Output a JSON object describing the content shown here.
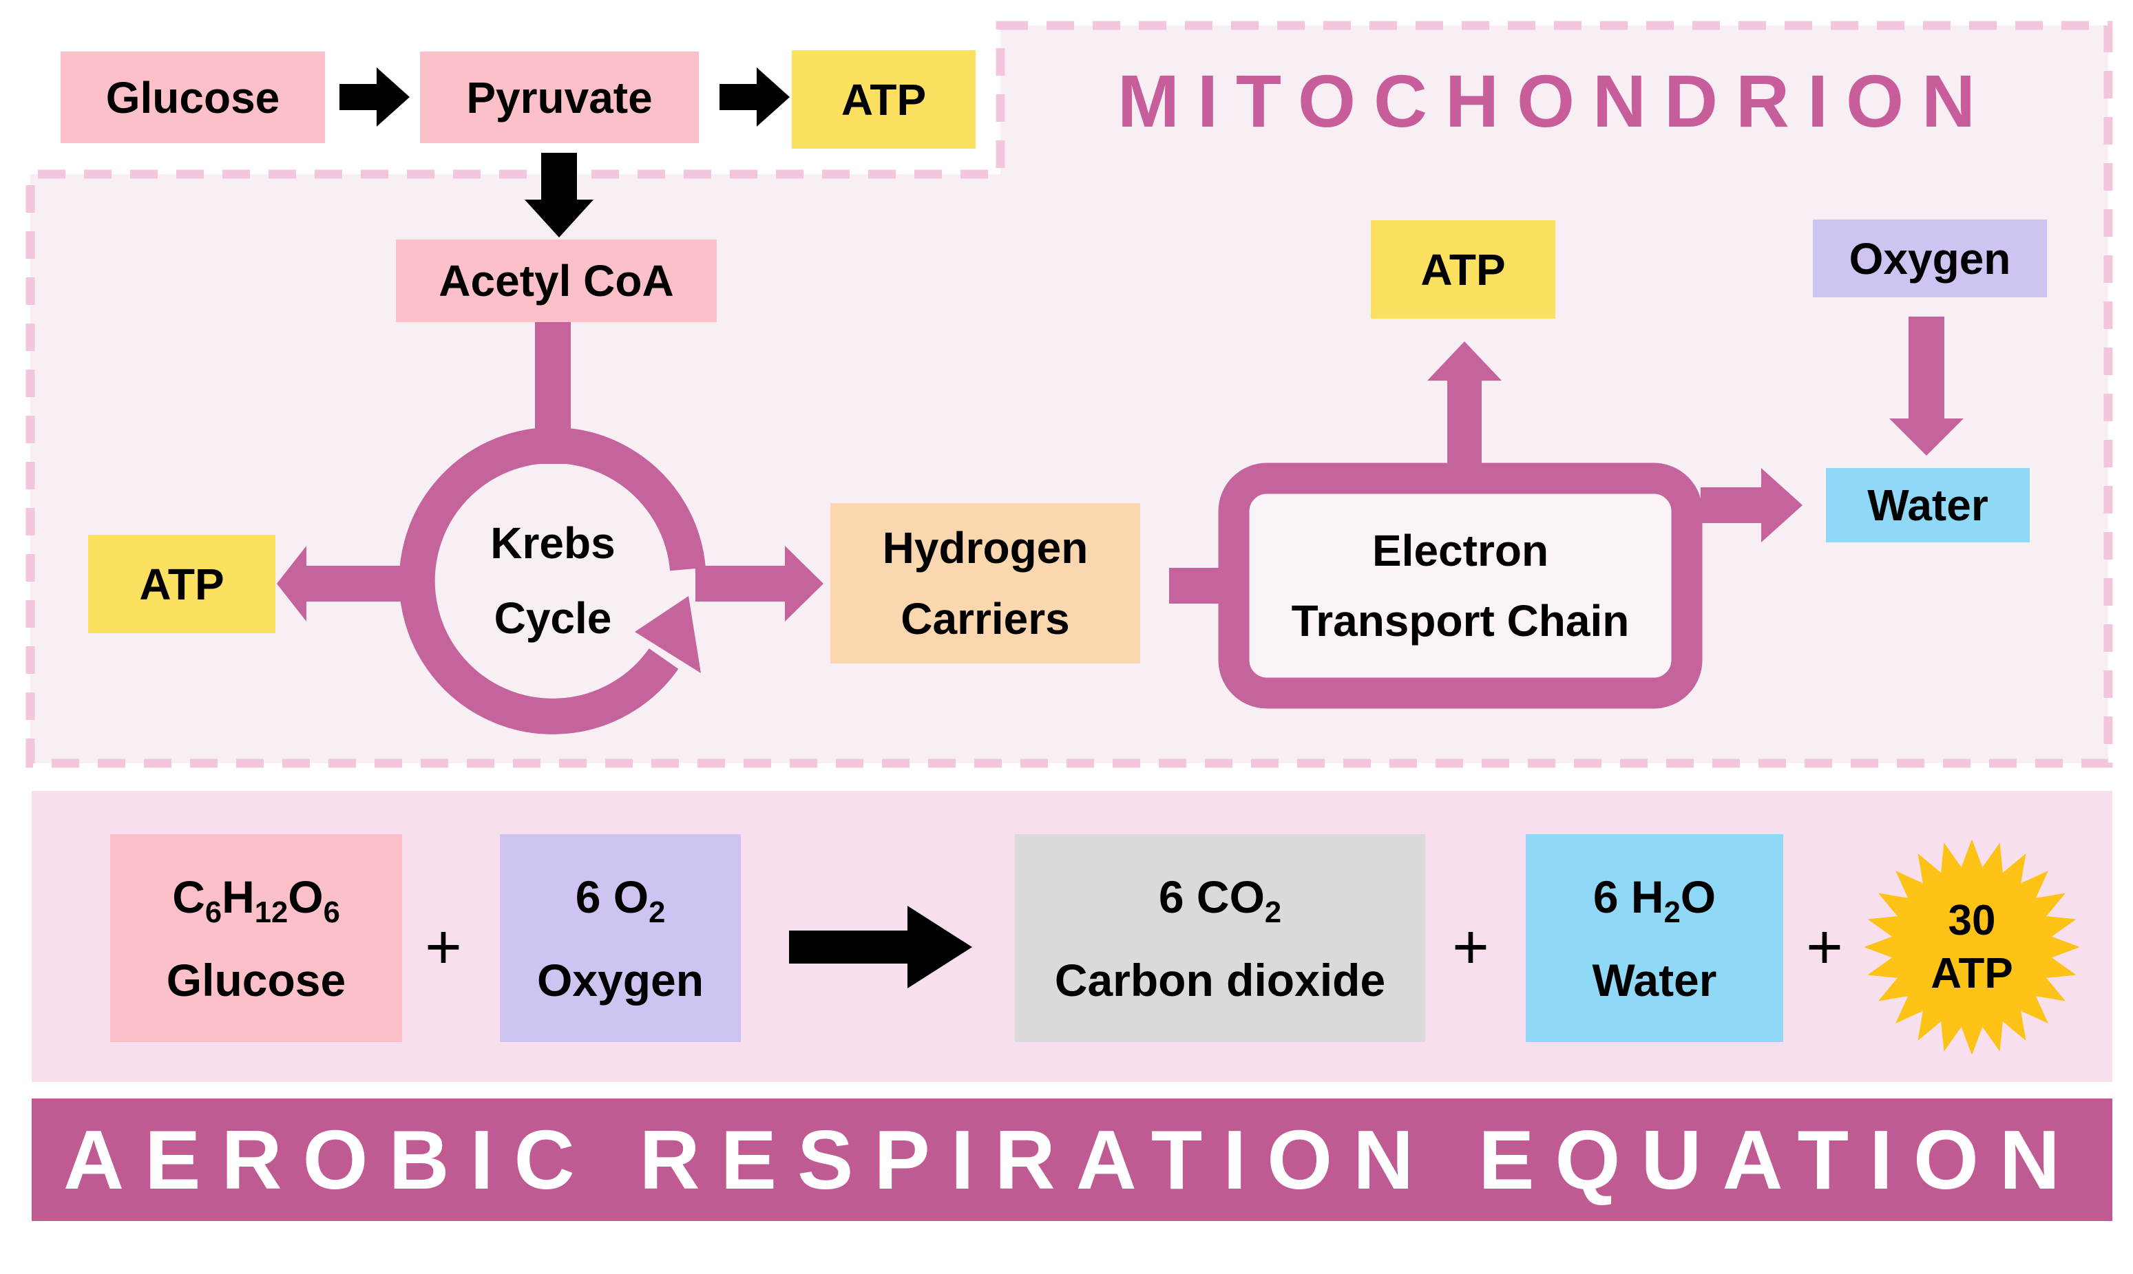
{
  "title": "MITOCHONDRION",
  "banner": {
    "text": "AEROBIC RESPIRATION EQUATION"
  },
  "glycolysis": {
    "glucose": "Glucose",
    "pyruvate": "Pyruvate",
    "atp": "ATP"
  },
  "mito": {
    "acetyl_coa": "Acetyl CoA",
    "krebs": {
      "line1": "Krebs",
      "line2": "Cycle"
    },
    "atp_left": "ATP",
    "hydrogen": {
      "line1": "Hydrogen",
      "line2": "Carriers"
    },
    "etc": {
      "line1": "Electron",
      "line2": "Transport Chain"
    },
    "atp_top": "ATP",
    "oxygen": "Oxygen",
    "water": "Water"
  },
  "equation": {
    "plus": "+",
    "glucose": {
      "formula": "C_6H_12O_6",
      "name": "Glucose"
    },
    "oxygen": {
      "formula": "6 O_2",
      "name": "Oxygen"
    },
    "carbon_dioxide": {
      "formula": "6 CO_2",
      "name": "Carbon dioxide"
    },
    "water": {
      "formula": "6 H_2O",
      "name": "Water"
    },
    "atp": {
      "line1": "30",
      "line2": "ATP"
    }
  },
  "colors": {
    "pink_box": "#FBC0C8",
    "yellow_box": "#FBE15F",
    "purple_box": "#CFC3F1",
    "blue_box": "#8FD8F6",
    "peach_box": "#FAD7AE",
    "gray_box": "#DADADA",
    "magenta": "#C4639C",
    "title_text": "#C75D9B",
    "banner_bg": "#BF5B92",
    "banner_text": "#FFFFFF",
    "dash_border": "#F4C6DD",
    "mito_fill": "#F8EFF5",
    "etc_fill": "#FAF3F8",
    "panel_bg": "#F7DFEE",
    "star_gold": "#FCC215",
    "black": "#000000"
  }
}
